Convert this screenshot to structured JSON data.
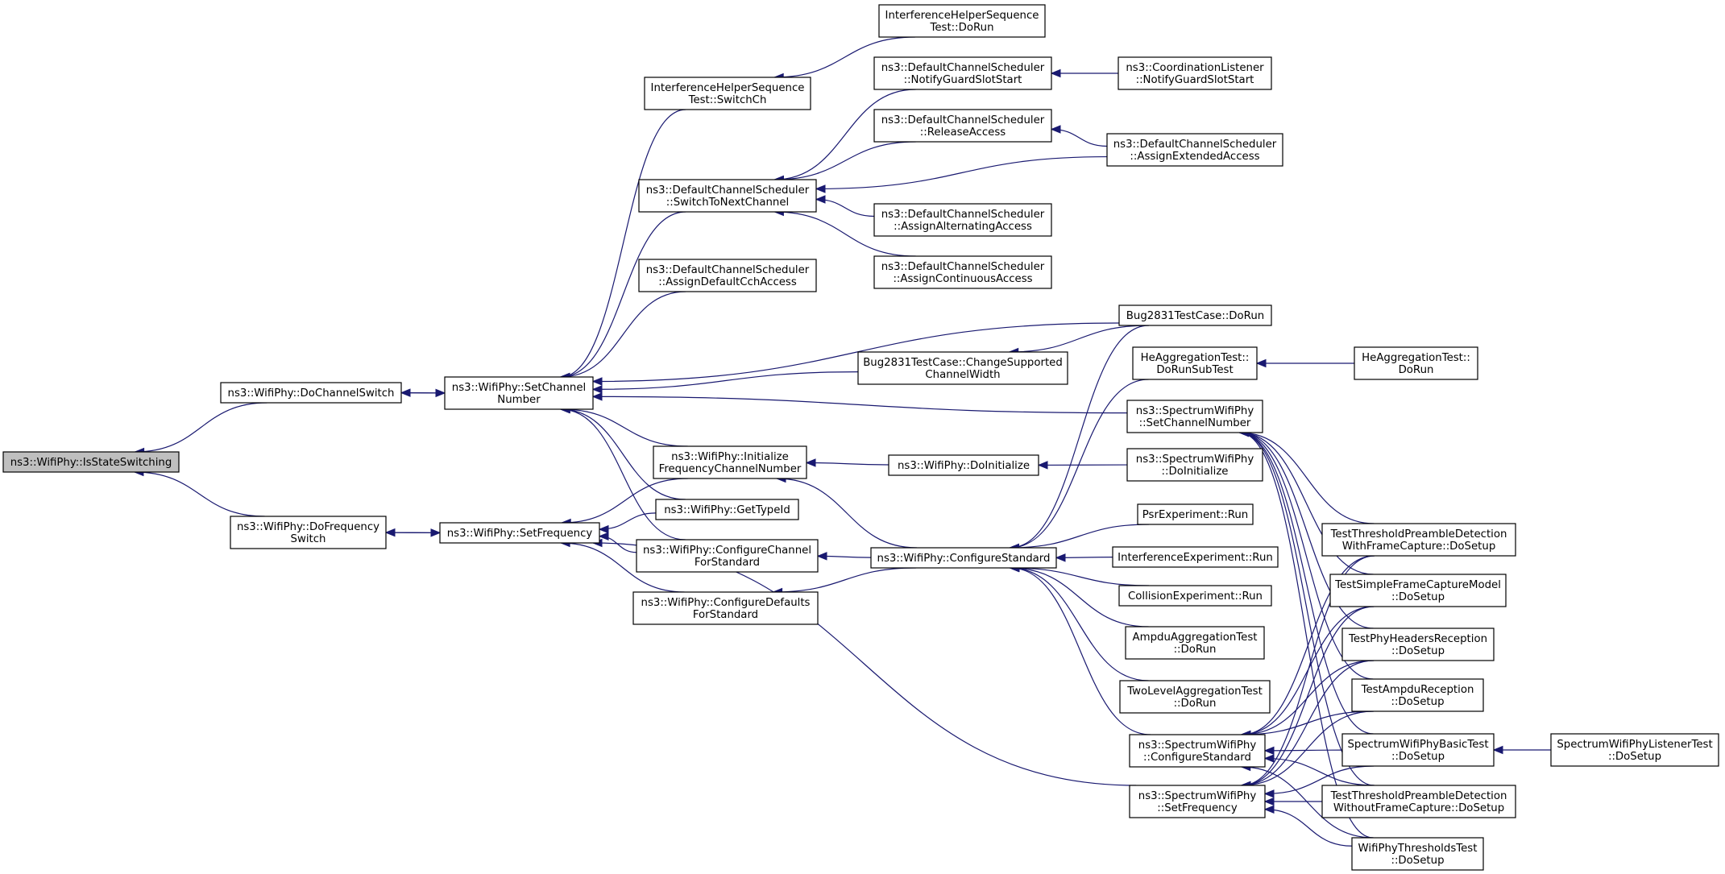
{
  "nodes": [
    {
      "id": "isstateswitching",
      "lines": [
        "ns3::WifiPhy::IsStateSwitching"
      ],
      "root": true
    },
    {
      "id": "dochannelswitch",
      "lines": [
        "ns3::WifiPhy::DoChannelSwitch"
      ]
    },
    {
      "id": "dofrequencyswitch",
      "lines": [
        "ns3::WifiPhy::DoFrequency",
        "Switch"
      ]
    },
    {
      "id": "setchannelnumber",
      "lines": [
        "ns3::WifiPhy::SetChannel",
        "Number"
      ]
    },
    {
      "id": "setfrequency",
      "lines": [
        "ns3::WifiPhy::SetFrequency"
      ]
    },
    {
      "id": "ihs-switchch",
      "lines": [
        "InterferenceHelperSequence",
        "Test::SwitchCh"
      ]
    },
    {
      "id": "ihs-dorun",
      "lines": [
        "InterferenceHelperSequence",
        "Test::DoRun"
      ]
    },
    {
      "id": "dcs-switchtonext",
      "lines": [
        "ns3::DefaultChannelScheduler",
        "::SwitchToNextChannel"
      ]
    },
    {
      "id": "dcs-notifyguard",
      "lines": [
        "ns3::DefaultChannelScheduler",
        "::NotifyGuardSlotStart"
      ]
    },
    {
      "id": "cl-notifyguard",
      "lines": [
        "ns3::CoordinationListener",
        "::NotifyGuardSlotStart"
      ]
    },
    {
      "id": "dcs-releaseaccess",
      "lines": [
        "ns3::DefaultChannelScheduler",
        "::ReleaseAccess"
      ]
    },
    {
      "id": "dcs-assignextended",
      "lines": [
        "ns3::DefaultChannelScheduler",
        "::AssignExtendedAccess"
      ]
    },
    {
      "id": "dcs-assignalternating",
      "lines": [
        "ns3::DefaultChannelScheduler",
        "::AssignAlternatingAccess"
      ]
    },
    {
      "id": "dcs-assigncontinuous",
      "lines": [
        "ns3::DefaultChannelScheduler",
        "::AssignContinuousAccess"
      ]
    },
    {
      "id": "dcs-assigndefaultcch",
      "lines": [
        "ns3::DefaultChannelScheduler",
        "::AssignDefaultCchAccess"
      ]
    },
    {
      "id": "bug2831-dorun",
      "lines": [
        "Bug2831TestCase::DoRun"
      ]
    },
    {
      "id": "bug2831-changecw",
      "lines": [
        "Bug2831TestCase::ChangeSupported",
        "ChannelWidth"
      ]
    },
    {
      "id": "heagg-dorunsubtest",
      "lines": [
        "HeAggregationTest::",
        "DoRunSubTest"
      ]
    },
    {
      "id": "heagg-dorun",
      "lines": [
        "HeAggregationTest::",
        "DoRun"
      ]
    },
    {
      "id": "swp-setchannelnumber",
      "lines": [
        "ns3::SpectrumWifiPhy",
        "::SetChannelNumber"
      ]
    },
    {
      "id": "wp-initfreq",
      "lines": [
        "ns3::WifiPhy::Initialize",
        "FrequencyChannelNumber"
      ]
    },
    {
      "id": "wp-doinitialize",
      "lines": [
        "ns3::WifiPhy::DoInitialize"
      ]
    },
    {
      "id": "swp-doinitialize",
      "lines": [
        "ns3::SpectrumWifiPhy",
        "::DoInitialize"
      ]
    },
    {
      "id": "wp-gettypeid",
      "lines": [
        "ns3::WifiPhy::GetTypeId"
      ]
    },
    {
      "id": "psr-run",
      "lines": [
        "PsrExperiment::Run"
      ]
    },
    {
      "id": "wp-configurechannel",
      "lines": [
        "ns3::WifiPhy::ConfigureChannel",
        "ForStandard"
      ]
    },
    {
      "id": "wp-configurestandard",
      "lines": [
        "ns3::WifiPhy::ConfigureStandard"
      ]
    },
    {
      "id": "interference-run",
      "lines": [
        "InterferenceExperiment::Run"
      ]
    },
    {
      "id": "collision-run",
      "lines": [
        "CollisionExperiment::Run"
      ]
    },
    {
      "id": "wp-configuredefaults",
      "lines": [
        "ns3::WifiPhy::ConfigureDefaults",
        "ForStandard"
      ]
    },
    {
      "id": "ampdu-agg-dorun",
      "lines": [
        "AmpduAggregationTest",
        "::DoRun"
      ]
    },
    {
      "id": "twolevel-dorun",
      "lines": [
        "TwoLevelAggregationTest",
        "::DoRun"
      ]
    },
    {
      "id": "swp-configurestandard",
      "lines": [
        "ns3::SpectrumWifiPhy",
        "::ConfigureStandard"
      ]
    },
    {
      "id": "swp-setfrequency",
      "lines": [
        "ns3::SpectrumWifiPhy",
        "::SetFrequency"
      ]
    },
    {
      "id": "ttpd-with",
      "lines": [
        "TestThresholdPreambleDetection",
        "WithFrameCapture::DoSetup"
      ]
    },
    {
      "id": "tsfcm",
      "lines": [
        "TestSimpleFrameCaptureModel",
        "::DoSetup"
      ]
    },
    {
      "id": "tphr",
      "lines": [
        "TestPhyHeadersReception",
        "::DoSetup"
      ]
    },
    {
      "id": "tampdu",
      "lines": [
        "TestAmpduReception",
        "::DoSetup"
      ]
    },
    {
      "id": "swpbasic",
      "lines": [
        "SpectrumWifiPhyBasicTest",
        "::DoSetup"
      ]
    },
    {
      "id": "swplistener",
      "lines": [
        "SpectrumWifiPhyListenerTest",
        "::DoSetup"
      ]
    },
    {
      "id": "ttpd-without",
      "lines": [
        "TestThresholdPreambleDetection",
        "WithoutFrameCapture::DoSetup"
      ]
    },
    {
      "id": "wpthresholds",
      "lines": [
        "WifiPhyThresholdsTest",
        "::DoSetup"
      ]
    }
  ]
}
